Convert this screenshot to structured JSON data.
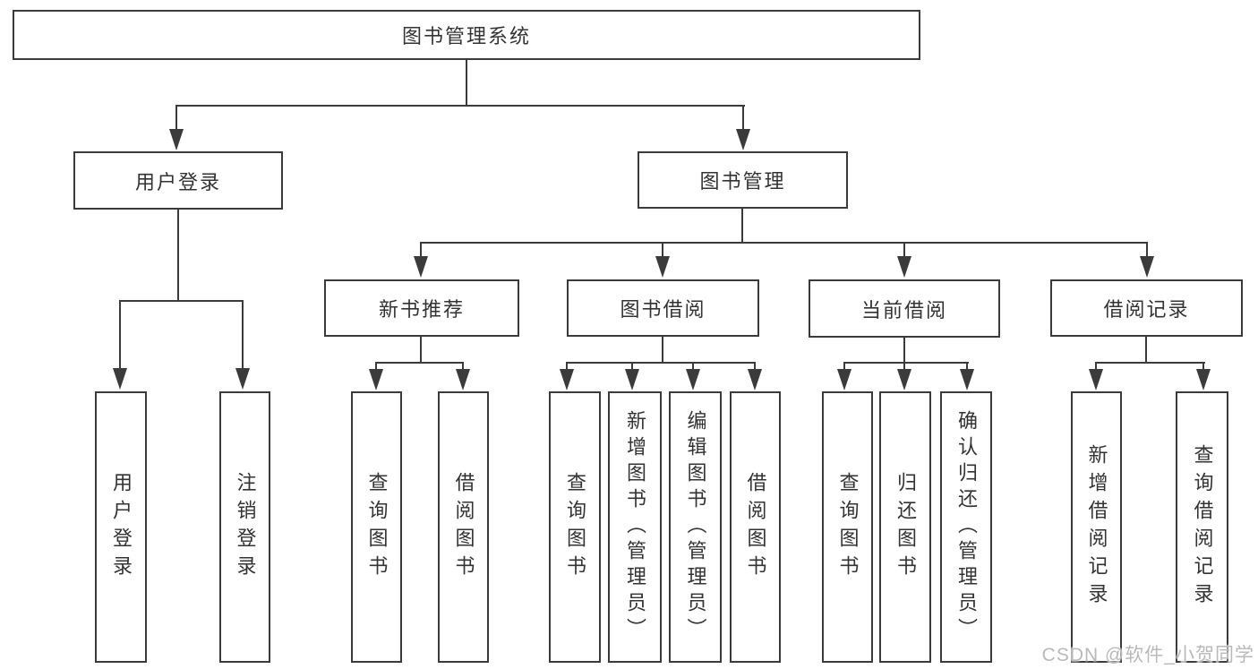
{
  "diagram_title": "图书管理系统",
  "nodes": {
    "root": {
      "label": "图书管理系统"
    },
    "user_login": {
      "label": "用户登录"
    },
    "book_mgmt": {
      "label": "图书管理"
    },
    "new_book_rec": {
      "label": "新书推荐"
    },
    "book_borrow": {
      "label": "图书借阅"
    },
    "current_borrow": {
      "label": "当前借阅"
    },
    "borrow_record": {
      "label": "借阅记录"
    },
    "leaf_user_login": {
      "label": "用户登录"
    },
    "leaf_logout": {
      "label": "注销登录"
    },
    "leaf_nb_query": {
      "label": "查询图书"
    },
    "leaf_nb_borrow": {
      "label": "借阅图书"
    },
    "leaf_bb_query": {
      "label": "查询图书"
    },
    "leaf_bb_add": {
      "label": "新增图书（管理员）"
    },
    "leaf_bb_edit": {
      "label": "编辑图书（管理员）"
    },
    "leaf_bb_borrow": {
      "label": "借阅图书"
    },
    "leaf_cb_query": {
      "label": "查询图书"
    },
    "leaf_cb_return": {
      "label": "归还图书"
    },
    "leaf_cb_confirm": {
      "label": "确认归还（管理员）"
    },
    "leaf_br_add": {
      "label": "新增借阅记录"
    },
    "leaf_br_query": {
      "label": "查询借阅记录"
    }
  },
  "watermark": "CSDN @软件_小贺同学",
  "colors": {
    "line": "#3b3b3b",
    "text": "#333333",
    "watermark": "#b9b9b9",
    "background": "#ffffff"
  }
}
